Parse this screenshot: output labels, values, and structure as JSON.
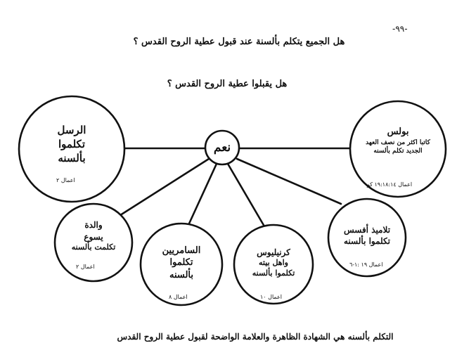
{
  "page_number": "-٩٩-",
  "main_question": "هل الجميع يتكلم بألسنة عند قبول عطية الروح القدس ؟",
  "sub_question": "هل يقبلوا عطية الروح القدس ؟",
  "hub": {
    "label": "نعم"
  },
  "nodes": {
    "apostles": {
      "lines": [
        "الرسل",
        "تكلموا",
        "بألسنه"
      ],
      "ref": "اعمال ٢"
    },
    "paul": {
      "lines": [
        "بولس",
        "كاتبا اكثر من نصف العهد",
        "الجديد تكلم بألسنه"
      ],
      "ref": "اعمال ١٩:١٨:١٤ كو"
    },
    "mary": {
      "lines": [
        "والدة",
        "يسوع",
        "تكلمت بألسنه"
      ],
      "ref": "اعمال ٢"
    },
    "samaritans": {
      "lines": [
        "السامريين",
        "تكلموا",
        "بألسنه"
      ],
      "ref": "اعمال ٨"
    },
    "cornelius": {
      "lines": [
        "كرنيليوس",
        "واهل بيته",
        "تكلموا بألسنه"
      ],
      "ref": "اعمال ١٠"
    },
    "ephesus": {
      "lines": [
        "تلاميذ أفسس",
        "تكلموا بألسنه"
      ],
      "ref": "اعمال ١٩ :١-٦"
    }
  },
  "footer_caption": "التكلم بألسنه هي الشهادة الظاهرة والعلامة الواضحة لقبول عطية الروح القدس"
}
